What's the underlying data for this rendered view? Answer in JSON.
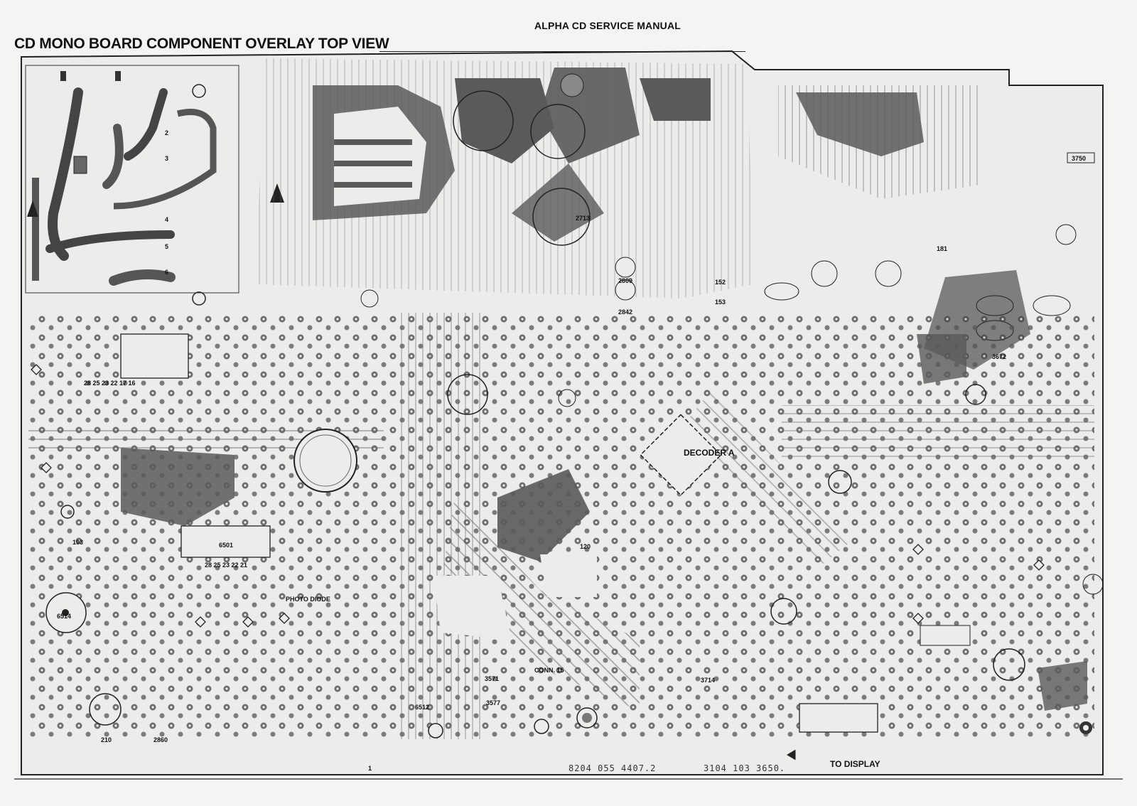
{
  "header": {
    "manual": "ALPHA CD SERVICE MANUAL",
    "title": "CD MONO BOARD COMPONENT OVERLAY TOP VIEW"
  },
  "board": {
    "decoder_label": "DECODER A",
    "photo_diode_label": "PHOTO DIODE",
    "to_display_label": "TO DISPLAY",
    "part_number": "3104 103 3650.",
    "serial": "8204 055 4407.2",
    "corner_ref": "3750",
    "connector_label": "CONN. 15",
    "pin_numbers": [
      "2",
      "3",
      "4",
      "5",
      "6"
    ],
    "component_refs": [
      "2713",
      "2809",
      "2842",
      "6512",
      "3571",
      "3577",
      "3714",
      "2860",
      "210",
      "6514",
      "6501",
      "3672",
      "103",
      "152",
      "153",
      "181",
      "120"
    ],
    "pin_row_label": "28 25 23 22 21",
    "pin_row_label_2": "28 25 23 22 17 16",
    "page_mark": "1"
  },
  "colors": {
    "ink": "#1a1a1a",
    "copper": "#5a5a5a",
    "paper": "#f4f4f2"
  }
}
